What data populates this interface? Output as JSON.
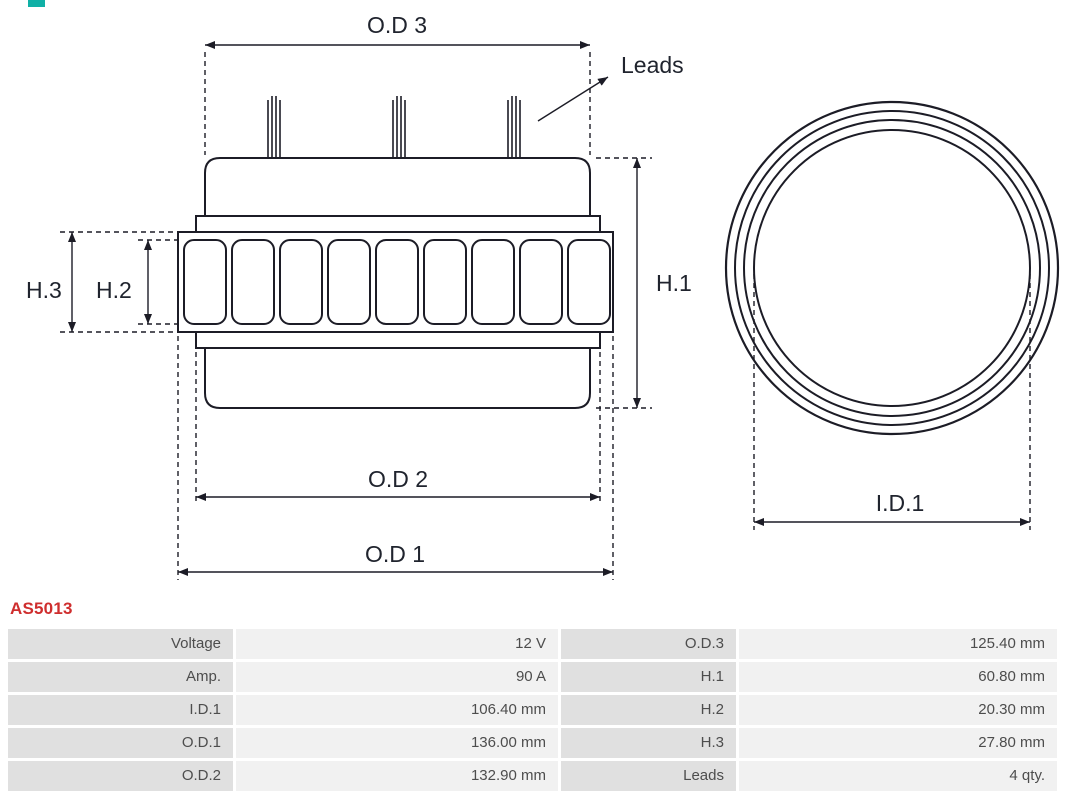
{
  "product": {
    "code": "AS5013"
  },
  "colors": {
    "code_red": "#cf2e2e",
    "line": "#1c1c26",
    "table_label_bg": "#e0e0e0",
    "table_value_bg": "#f1f1f1",
    "corner_artifact": "#10b0a6"
  },
  "diagram": {
    "labels": {
      "od3": "O.D 3",
      "leads": "Leads",
      "h1": "H.1",
      "h2": "H.2",
      "h3": "H.3",
      "od2": "O.D 2",
      "od1": "O.D 1",
      "id1": "I.D.1"
    }
  },
  "spec_table": {
    "rows": [
      {
        "label_left": "Voltage",
        "value_left": "12 V",
        "label_right": "O.D.3",
        "value_right": "125.40 mm"
      },
      {
        "label_left": "Amp.",
        "value_left": "90 A",
        "label_right": "H.1",
        "value_right": "60.80 mm"
      },
      {
        "label_left": "I.D.1",
        "value_left": "106.40 mm",
        "label_right": "H.2",
        "value_right": "20.30 mm"
      },
      {
        "label_left": "O.D.1",
        "value_left": "136.00 mm",
        "label_right": "H.3",
        "value_right": "27.80 mm"
      },
      {
        "label_left": "O.D.2",
        "value_left": "132.90 mm",
        "label_right": "Leads",
        "value_right": "4 qty."
      }
    ]
  }
}
